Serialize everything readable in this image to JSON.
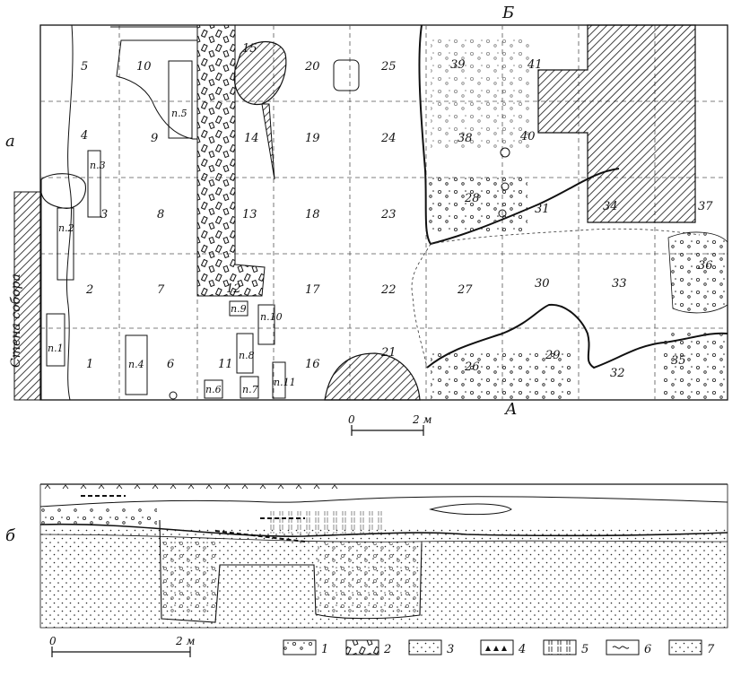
{
  "figure": {
    "panel_a_label": "а",
    "panel_b_label": "б",
    "section_top_label": "Б",
    "section_bottom_label": "А",
    "wall_label": "Стена собора",
    "scale_zero": "0",
    "scale_end": "2 м"
  },
  "squares": [
    {
      "id": "s5",
      "label": "5"
    },
    {
      "id": "s10",
      "label": "10"
    },
    {
      "id": "s15",
      "label": "15"
    },
    {
      "id": "s20",
      "label": "20"
    },
    {
      "id": "s25",
      "label": "25"
    },
    {
      "id": "s39",
      "label": "39"
    },
    {
      "id": "s41",
      "label": "41"
    },
    {
      "id": "s4",
      "label": "4"
    },
    {
      "id": "s9",
      "label": "9"
    },
    {
      "id": "s14",
      "label": "14"
    },
    {
      "id": "s19",
      "label": "19"
    },
    {
      "id": "s24",
      "label": "24"
    },
    {
      "id": "s38",
      "label": "38"
    },
    {
      "id": "s40",
      "label": "40"
    },
    {
      "id": "s3",
      "label": "3"
    },
    {
      "id": "s8",
      "label": "8"
    },
    {
      "id": "s13",
      "label": "13"
    },
    {
      "id": "s18",
      "label": "18"
    },
    {
      "id": "s23",
      "label": "23"
    },
    {
      "id": "s28",
      "label": "28"
    },
    {
      "id": "s31",
      "label": "31"
    },
    {
      "id": "s34",
      "label": "34"
    },
    {
      "id": "s37",
      "label": "37"
    },
    {
      "id": "s2",
      "label": "2"
    },
    {
      "id": "s7",
      "label": "7"
    },
    {
      "id": "s12",
      "label": "12"
    },
    {
      "id": "s17",
      "label": "17"
    },
    {
      "id": "s22",
      "label": "22"
    },
    {
      "id": "s27",
      "label": "27"
    },
    {
      "id": "s30",
      "label": "30"
    },
    {
      "id": "s33",
      "label": "33"
    },
    {
      "id": "s36",
      "label": "36"
    },
    {
      "id": "s1",
      "label": "1"
    },
    {
      "id": "s6",
      "label": "6"
    },
    {
      "id": "s11",
      "label": "11"
    },
    {
      "id": "s16",
      "label": "16"
    },
    {
      "id": "s21",
      "label": "21"
    },
    {
      "id": "s26",
      "label": "26"
    },
    {
      "id": "s29",
      "label": "29"
    },
    {
      "id": "s32",
      "label": "32"
    },
    {
      "id": "s35",
      "label": "35"
    }
  ],
  "pits": [
    {
      "id": "p1",
      "label": "п.1"
    },
    {
      "id": "p2",
      "label": "п.2"
    },
    {
      "id": "p3",
      "label": "п.3"
    },
    {
      "id": "p4",
      "label": "п.4"
    },
    {
      "id": "p5",
      "label": "п.5"
    },
    {
      "id": "p6",
      "label": "п.6"
    },
    {
      "id": "p7",
      "label": "п.7"
    },
    {
      "id": "p8",
      "label": "п.8"
    },
    {
      "id": "p9",
      "label": "п.9"
    },
    {
      "id": "p10",
      "label": "п.10"
    },
    {
      "id": "p11",
      "label": "п.11"
    }
  ],
  "legend": [
    {
      "id": "l1",
      "label": "1"
    },
    {
      "id": "l2",
      "label": "2"
    },
    {
      "id": "l3",
      "label": "3"
    },
    {
      "id": "l4",
      "label": "4"
    },
    {
      "id": "l5",
      "label": "5"
    },
    {
      "id": "l6",
      "label": "6"
    },
    {
      "id": "l7",
      "label": "7"
    }
  ]
}
